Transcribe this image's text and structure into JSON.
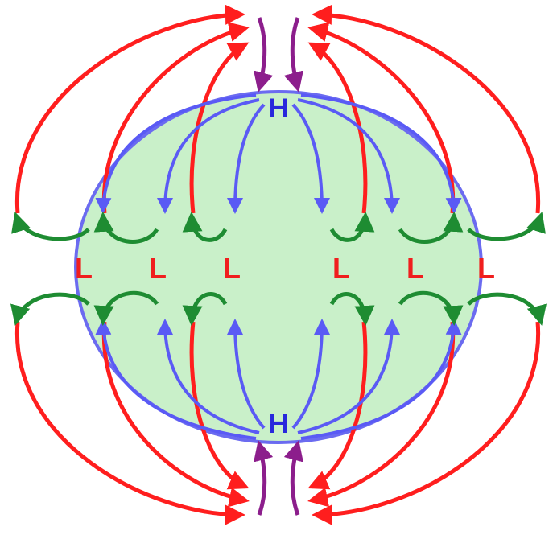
{
  "colors": {
    "background": "#ffffff",
    "globe_fill": "#c9f0c9",
    "globe_outline": "#6b6bf0",
    "red_flow": "#ff1e1e",
    "blue_flow": "#5a5af5",
    "green_flow": "#1e8c32",
    "purple_flow": "#8c1e8c",
    "high_label": "#2828dc",
    "low_label": "#f01e1e"
  },
  "labels": {
    "high_north": "H",
    "high_south": "H",
    "low_1": "L",
    "low_2": "L",
    "low_3": "L",
    "low_4": "L",
    "low_5": "L",
    "low_6": "L"
  }
}
